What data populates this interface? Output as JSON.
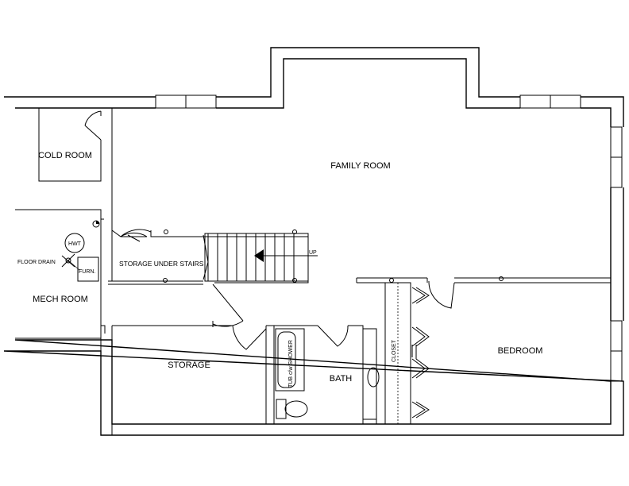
{
  "rooms": {
    "cold_room": "COLD ROOM",
    "family_room": "FAMILY ROOM",
    "mech_room": "MECH ROOM",
    "storage_under_stairs": "STORAGE UNDER STAIRS",
    "storage": "STORAGE",
    "bath": "BATH",
    "bedroom": "BEDROOM",
    "closet": "CLOSET"
  },
  "fixtures": {
    "hot_water_tank": "HWT",
    "floor_drain": "FLOOR DRAIN",
    "furnace": "FURN.",
    "tub": "TUB c/w SHOWER",
    "stairs_direction": "UP"
  },
  "colors": {
    "line": "#000000",
    "background": "#ffffff"
  }
}
